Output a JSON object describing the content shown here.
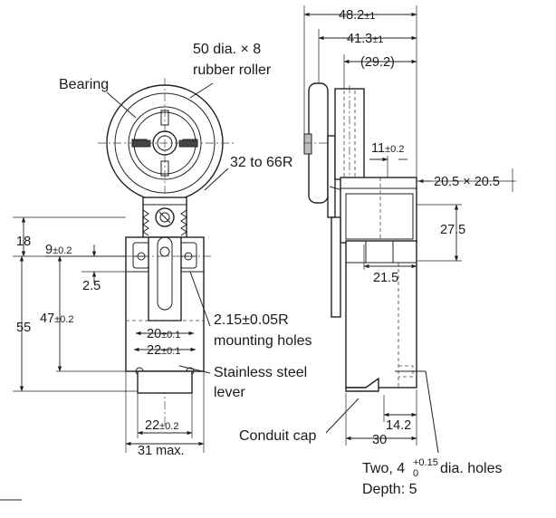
{
  "diagram": {
    "roller_label_line1": "50 dia. × 8",
    "roller_label_line2": "rubber roller",
    "bearing_label": "Bearing",
    "radius_label": "32 to 66R",
    "mounting_label_line1": "2.15±0.05R",
    "mounting_label_line2": "mounting holes",
    "lever_label_line1": "Stainless steel",
    "lever_label_line2": "lever",
    "conduit_label": "Conduit cap",
    "holes_label_prefix": "Two, 4",
    "holes_label_upper_tol": "+0.15",
    "holes_label_lower_tol": "0",
    "holes_label_suffix": "dia. holes",
    "depth_label": "Depth: 5",
    "dims": {
      "w48": "48.2",
      "w48_tol": "±1",
      "w41": "41.3",
      "w41_tol": "±1",
      "w29": "(29.2)",
      "d11": "11",
      "d11_tol": "±0.2",
      "sq": "20.5 × 20.5",
      "d27": "27.5",
      "d21": "21.5",
      "d14": "14.2",
      "d30": "30",
      "d18": "18",
      "d9": "9",
      "d9_tol": "±0.2",
      "d2_5": "2.5",
      "d55": "55",
      "d47": "47",
      "d47_tol": "±0.2",
      "d20": "20",
      "d20_tol": "±0.1",
      "d22a": "22",
      "d22a_tol": "±0.1",
      "d22b": "22",
      "d22b_tol": "±0.2",
      "d31": "31 max."
    }
  }
}
